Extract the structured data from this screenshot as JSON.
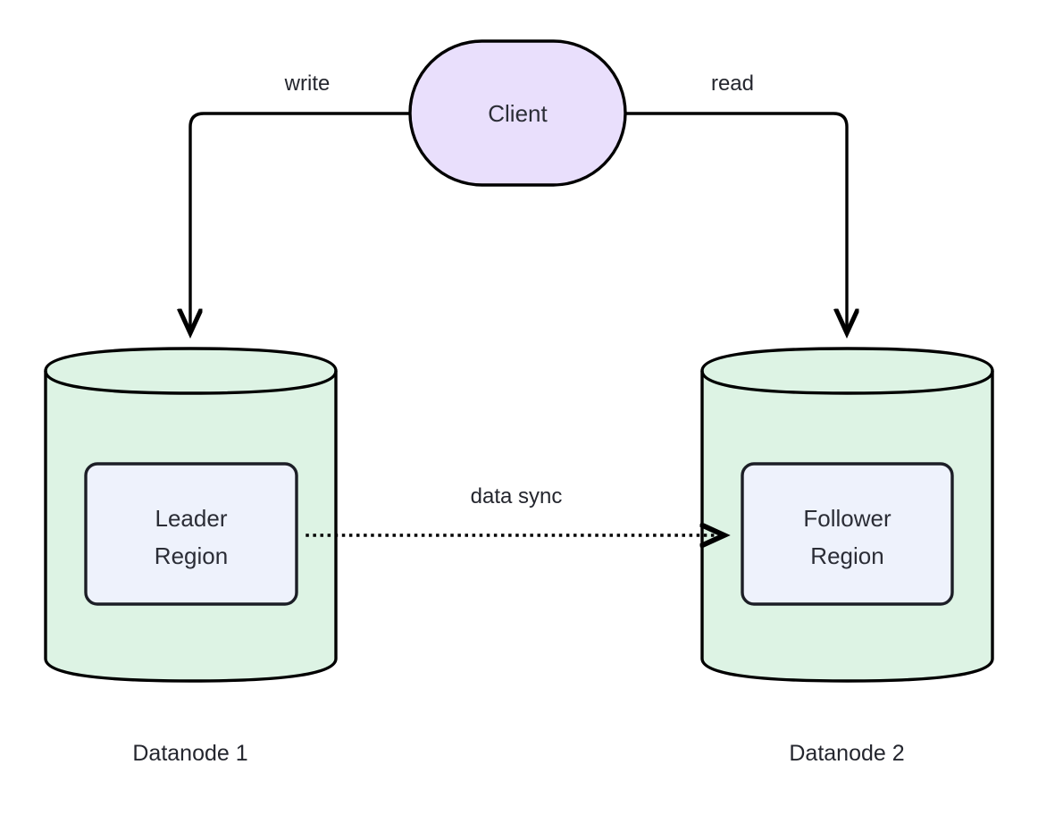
{
  "diagram": {
    "type": "architecture-flow",
    "background": "#ffffff",
    "nodes": [
      {
        "id": "client",
        "label": "Client",
        "shape": "stadium",
        "fill": "#e9dffc",
        "stroke": "#000000"
      },
      {
        "id": "datanode1",
        "label": "Datanode 1",
        "shape": "cylinder",
        "fill": "#ddf3e4",
        "stroke": "#000000",
        "inner": {
          "id": "leader-region",
          "label_line1": "Leader",
          "label_line2": "Region",
          "shape": "rounded-rect",
          "fill": "#eef2fc",
          "stroke": "#1c1e26"
        }
      },
      {
        "id": "datanode2",
        "label": "Datanode 2",
        "shape": "cylinder",
        "fill": "#ddf3e4",
        "stroke": "#000000",
        "inner": {
          "id": "follower-region",
          "label_line1": "Follower",
          "label_line2": "Region",
          "shape": "rounded-rect",
          "fill": "#eef2fc",
          "stroke": "#1c1e26"
        }
      }
    ],
    "edges": [
      {
        "id": "write-edge",
        "label": "write",
        "from": "client",
        "to": "datanode1",
        "style": "solid",
        "arrow": "end"
      },
      {
        "id": "read-edge",
        "label": "read",
        "from": "client",
        "to": "datanode2",
        "style": "solid",
        "arrow": "end"
      },
      {
        "id": "data-sync-edge",
        "label": "data sync",
        "from": "leader-region",
        "to": "follower-region",
        "style": "dotted",
        "arrow": "end"
      }
    ]
  }
}
